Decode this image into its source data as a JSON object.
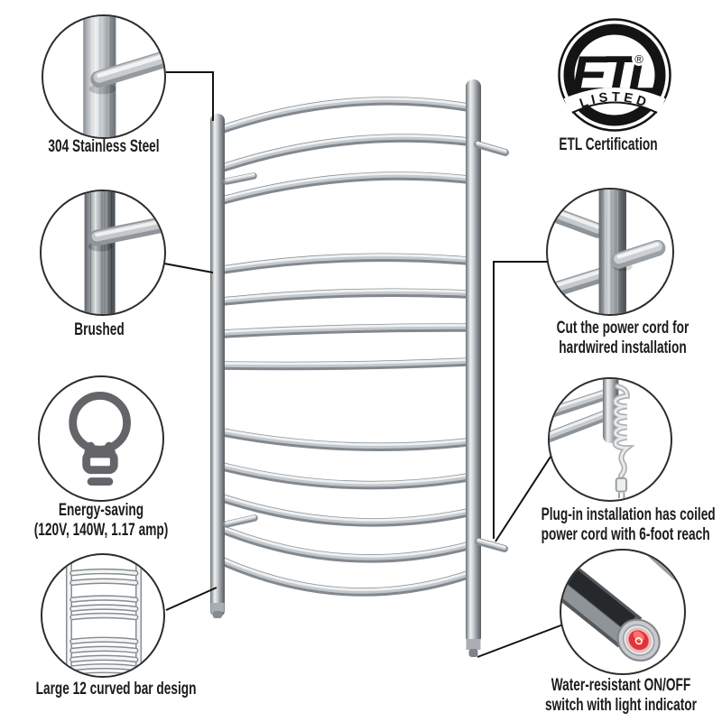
{
  "callouts": {
    "stainless": {
      "label": "304 Stainless Steel",
      "icon": "stainless-pipe-closeup-icon"
    },
    "etl": {
      "label": "ETL Certification",
      "icon": "etl-listed-logo-icon",
      "logo_main": "ETL",
      "logo_banner": "LISTED",
      "logo_registered": "®"
    },
    "brushed": {
      "label": "Brushed",
      "icon": "brushed-pipe-closeup-icon"
    },
    "hardwire": {
      "line1": "Cut the power cord for",
      "line2": "hardwired installation",
      "icon": "hardwired-pipe-closeup-icon"
    },
    "energy": {
      "line1": "Energy-saving",
      "line2": "(120V, 140W, 1.17 amp)",
      "icon": "light-bulb-icon"
    },
    "plugin": {
      "line1": "Plug-in installation has coiled",
      "line2": "power cord with 6-foot reach",
      "icon": "coiled-power-cord-icon"
    },
    "bars12": {
      "label": "Large 12 curved bar design",
      "icon": "towel-rack-outline-icon"
    },
    "switch": {
      "line1": "Water-resistant ON/OFF",
      "line2": "switch with light indicator",
      "icon": "power-switch-icon"
    }
  },
  "product": {
    "bar_count": 12
  },
  "colors": {
    "text": "#1b1b1b",
    "leader_line": "#121212",
    "metal_light": "#f0f2f3",
    "metal_mid": "#b6bbbf",
    "metal_dark": "#70767b",
    "switch_red": "#e23438",
    "logo_black": "#141414"
  }
}
